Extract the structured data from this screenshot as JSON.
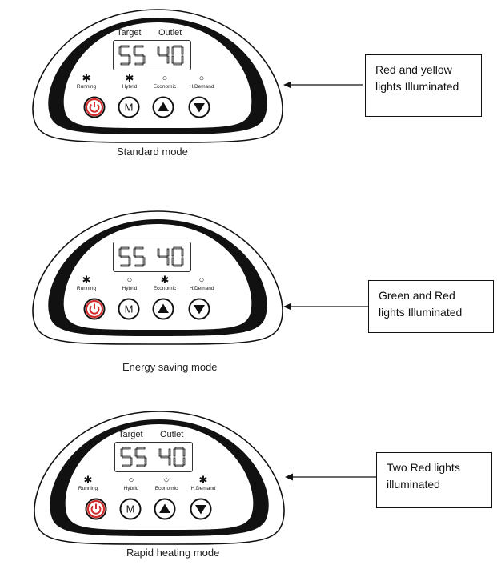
{
  "colors": {
    "power_red": "#d42a2a",
    "ink": "#111111",
    "shell_dark": "#111111"
  },
  "icons": {
    "power": "power-icon",
    "mode": "mode-m-icon",
    "up": "triangle-up-icon",
    "down": "triangle-down-icon",
    "lit": "star-burst-icon",
    "unlit": "hollow-circle-icon"
  },
  "panels": [
    {
      "target_label": "Target",
      "outlet_label": "Outlet",
      "target_value": "55",
      "outlet_value": "40",
      "indicators": [
        {
          "label": "Running",
          "lit": true
        },
        {
          "label": "Hybrid",
          "lit": true
        },
        {
          "label": "Economic",
          "lit": false
        },
        {
          "label": "H.Demand",
          "lit": false
        }
      ],
      "mode_button_label": "M",
      "caption": "Standard mode",
      "callout": "Red and yellow\nlights Illuminated"
    },
    {
      "target_label": "",
      "outlet_label": "",
      "target_value": "55",
      "outlet_value": "40",
      "indicators": [
        {
          "label": "Running",
          "lit": true
        },
        {
          "label": "Hybrid",
          "lit": false
        },
        {
          "label": "Economic",
          "lit": true
        },
        {
          "label": "H.Demand",
          "lit": false
        }
      ],
      "mode_button_label": "M",
      "caption": "Energy saving mode",
      "callout": "Green and Red\nlights Illuminated"
    },
    {
      "target_label": "Target",
      "outlet_label": "Outlet",
      "target_value": "55",
      "outlet_value": "40",
      "indicators": [
        {
          "label": "Running",
          "lit": true
        },
        {
          "label": "Hybrid",
          "lit": false
        },
        {
          "label": "Economic",
          "lit": false
        },
        {
          "label": "H.Demand",
          "lit": true
        }
      ],
      "mode_button_label": "M",
      "caption": "Rapid heating mode",
      "callout": "Two Red lights\nilluminated"
    }
  ]
}
